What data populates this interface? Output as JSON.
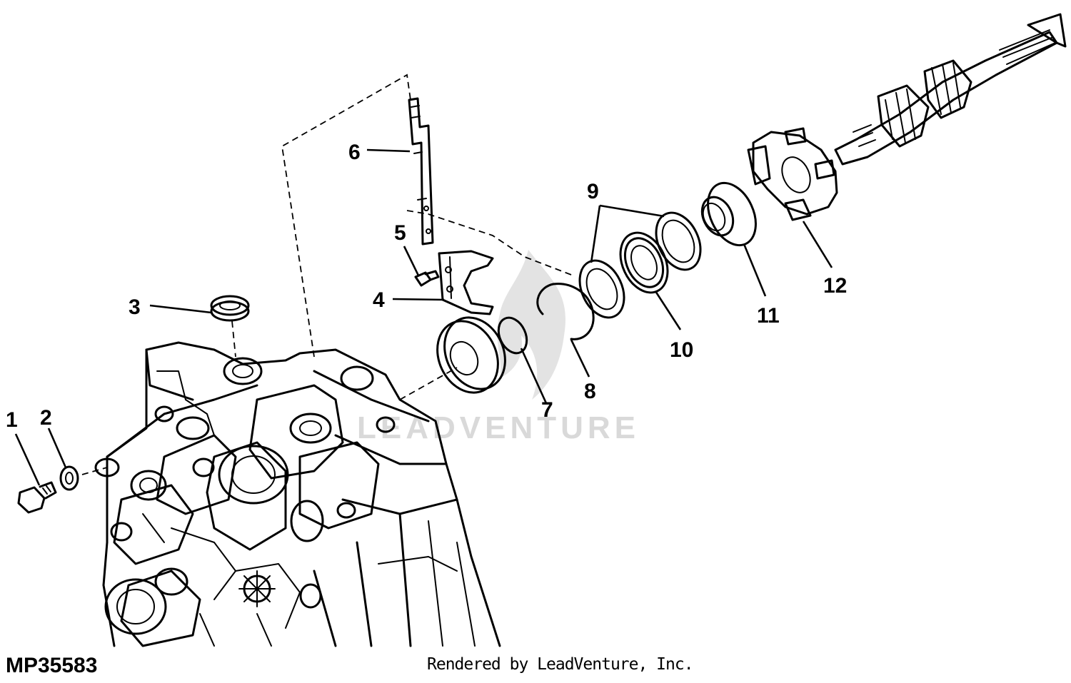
{
  "figure_id": "MP35583",
  "credit": "Rendered by LeadVenture, Inc.",
  "watermark": "LEADVENTURE",
  "callouts": [
    "1",
    "2",
    "3",
    "4",
    "5",
    "6",
    "7",
    "8",
    "9",
    "10",
    "11",
    "12"
  ],
  "colors": {
    "ink": "#000000",
    "paper": "#ffffff",
    "watermark": "#d9d9d9"
  }
}
